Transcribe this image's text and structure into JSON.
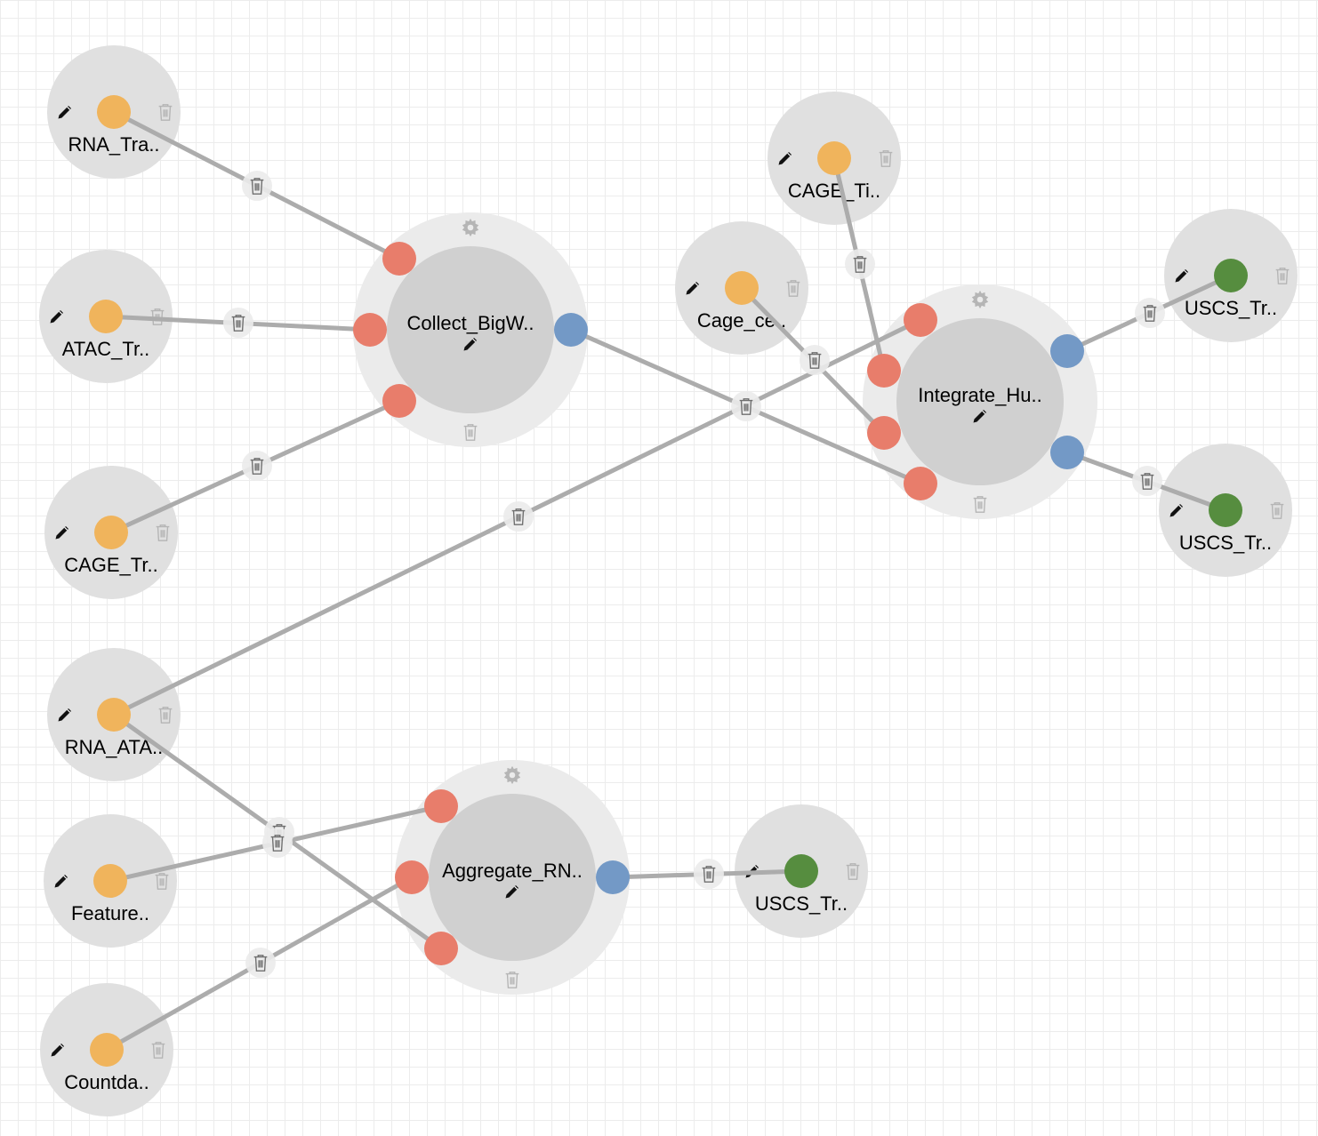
{
  "canvas": {
    "grid_color": "#ececec",
    "edge_color": "#acacac",
    "node_bg": "#e0e0e0",
    "proc_outer_bg": "#ebebeb",
    "proc_inner_bg": "#d0d0d0"
  },
  "port_colors": {
    "input": "#e87d6b",
    "output": "#7399c6",
    "data": "#f0b45c",
    "result": "#568d3f"
  },
  "icons": {
    "edit": "pencil-icon",
    "delete": "trash-icon",
    "settings": "gear-icon"
  },
  "data_nodes": [
    {
      "id": "rna_tra",
      "label": "RNA_Tra..",
      "kind": "data"
    },
    {
      "id": "atac_tr",
      "label": "ATAC_Tr..",
      "kind": "data"
    },
    {
      "id": "cage_tr",
      "label": "CAGE_Tr..",
      "kind": "data"
    },
    {
      "id": "rna_ata",
      "label": "RNA_ATA..",
      "kind": "data"
    },
    {
      "id": "feature",
      "label": "Feature..",
      "kind": "data"
    },
    {
      "id": "countda",
      "label": "Countda..",
      "kind": "data"
    },
    {
      "id": "cage_ti",
      "label": "CAGE_Ti..",
      "kind": "data"
    },
    {
      "id": "cage_ce",
      "label": "Cage_ce..",
      "kind": "data"
    },
    {
      "id": "uscs_tr_1",
      "label": "USCS_Tr..",
      "kind": "result"
    },
    {
      "id": "uscs_tr_2",
      "label": "USCS_Tr..",
      "kind": "result"
    },
    {
      "id": "uscs_tr_3",
      "label": "USCS_Tr..",
      "kind": "result"
    }
  ],
  "process_nodes": [
    {
      "id": "collect",
      "label": "Collect_BigW..",
      "inputs": 3,
      "outputs": 1
    },
    {
      "id": "integrate",
      "label": "Integrate_Hu..",
      "inputs": 4,
      "outputs": 2
    },
    {
      "id": "aggregate",
      "label": "Aggregate_RN..",
      "inputs": 3,
      "outputs": 1
    }
  ],
  "edges": [
    {
      "from": "rna_tra",
      "to": "collect.in0"
    },
    {
      "from": "atac_tr",
      "to": "collect.in1"
    },
    {
      "from": "cage_tr",
      "to": "collect.in2"
    },
    {
      "from": "collect.out0",
      "to": "integrate.in3"
    },
    {
      "from": "rna_ata",
      "to": "integrate.in0"
    },
    {
      "from": "cage_ti",
      "to": "integrate.in1"
    },
    {
      "from": "cage_ce",
      "to": "integrate.in2"
    },
    {
      "from": "integrate.out0",
      "to": "uscs_tr_1"
    },
    {
      "from": "integrate.out1",
      "to": "uscs_tr_2"
    },
    {
      "from": "feature",
      "to": "aggregate.in0"
    },
    {
      "from": "countda",
      "to": "aggregate.in1"
    },
    {
      "from": "rna_ata",
      "to": "aggregate.in2"
    },
    {
      "from": "aggregate.out0",
      "to": "uscs_tr_3"
    }
  ]
}
